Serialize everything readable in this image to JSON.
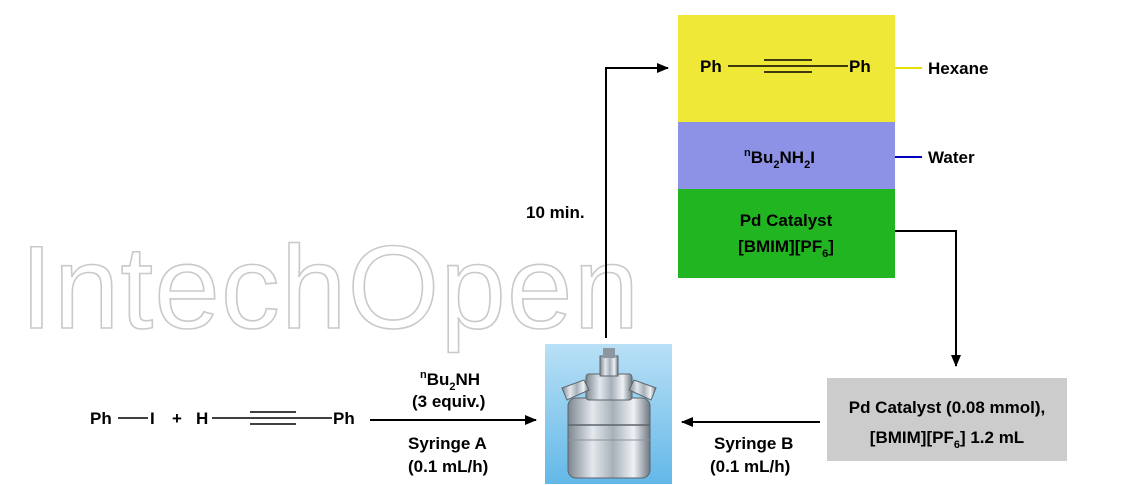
{
  "watermark": "IntechOpen",
  "reaction": {
    "reactant1_left": "Ph",
    "reactant1_right": "I",
    "plus": "+",
    "reactant2_left": "H",
    "reactant2_right": "Ph"
  },
  "syringe_a": {
    "amine_superscript": "n",
    "amine_main": "Bu",
    "amine_sub": "2",
    "amine_tail": "NH",
    "equiv": "(3 equiv.)",
    "label": "Syringe A",
    "rate": "(0.1 mL/h)"
  },
  "syringe_b": {
    "label": "Syringe B",
    "rate": "(0.1 mL/h)"
  },
  "catalyst_box": {
    "line1": "Pd Catalyst (0.08 mmol),",
    "line2_pre": "[BMIM][PF",
    "line2_sub": "6",
    "line2_post": "] 1.2 mL"
  },
  "time_label": "10 min.",
  "layers": {
    "hexane": {
      "product_left": "Ph",
      "product_right": "Ph",
      "label": "Hexane",
      "color": "#f0e836"
    },
    "water": {
      "salt_superscript": "n",
      "salt_a": "Bu",
      "salt_sub1": "2",
      "salt_b": "NH",
      "salt_sub2": "2",
      "salt_c": "I",
      "label": "Water",
      "color": "#8e92e6"
    },
    "ionic": {
      "line1": "Pd Catalyst",
      "line2_pre": "[BMIM][PF",
      "line2_sub": "6",
      "line2_post": "]",
      "color": "#22b522"
    }
  },
  "colors": {
    "hexane_leader": "#e8e000",
    "water_leader": "#0000c0",
    "catalyst_box": "#cccccc"
  }
}
